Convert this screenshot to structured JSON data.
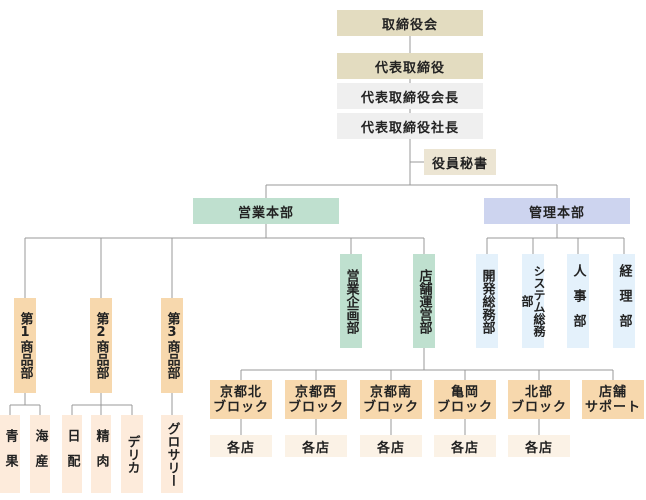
{
  "top": {
    "board": "取締役会",
    "rep_director": "代表取締役",
    "chairman": "代表取締役会長",
    "president": "代表取締役社長",
    "secretary": "役員秘書"
  },
  "sales_hq": {
    "label": "営業本部",
    "planning": "営業企画部",
    "store_ops": "店舗運営部",
    "products": [
      {
        "label": "第1商品部",
        "subs": [
          "青果",
          "海産"
        ]
      },
      {
        "label": "第2商品部",
        "subs": [
          "日配",
          "精肉",
          "デリカ"
        ]
      },
      {
        "label": "第3商品部",
        "subs": [
          "グロサリー"
        ]
      }
    ],
    "blocks": [
      {
        "label": "京都北\nブロック",
        "store": "各店"
      },
      {
        "label": "京都西\nブロック",
        "store": "各店"
      },
      {
        "label": "京都南\nブロック",
        "store": "各店"
      },
      {
        "label": "亀岡\nブロック",
        "store": "各店"
      },
      {
        "label": "北部\nブロック",
        "store": "各店"
      },
      {
        "label": "店舗\nサポート"
      }
    ]
  },
  "admin_hq": {
    "label": "管理本部",
    "depts": [
      "開発総務部",
      "システム総務部",
      "人事部",
      "経理部"
    ]
  }
}
